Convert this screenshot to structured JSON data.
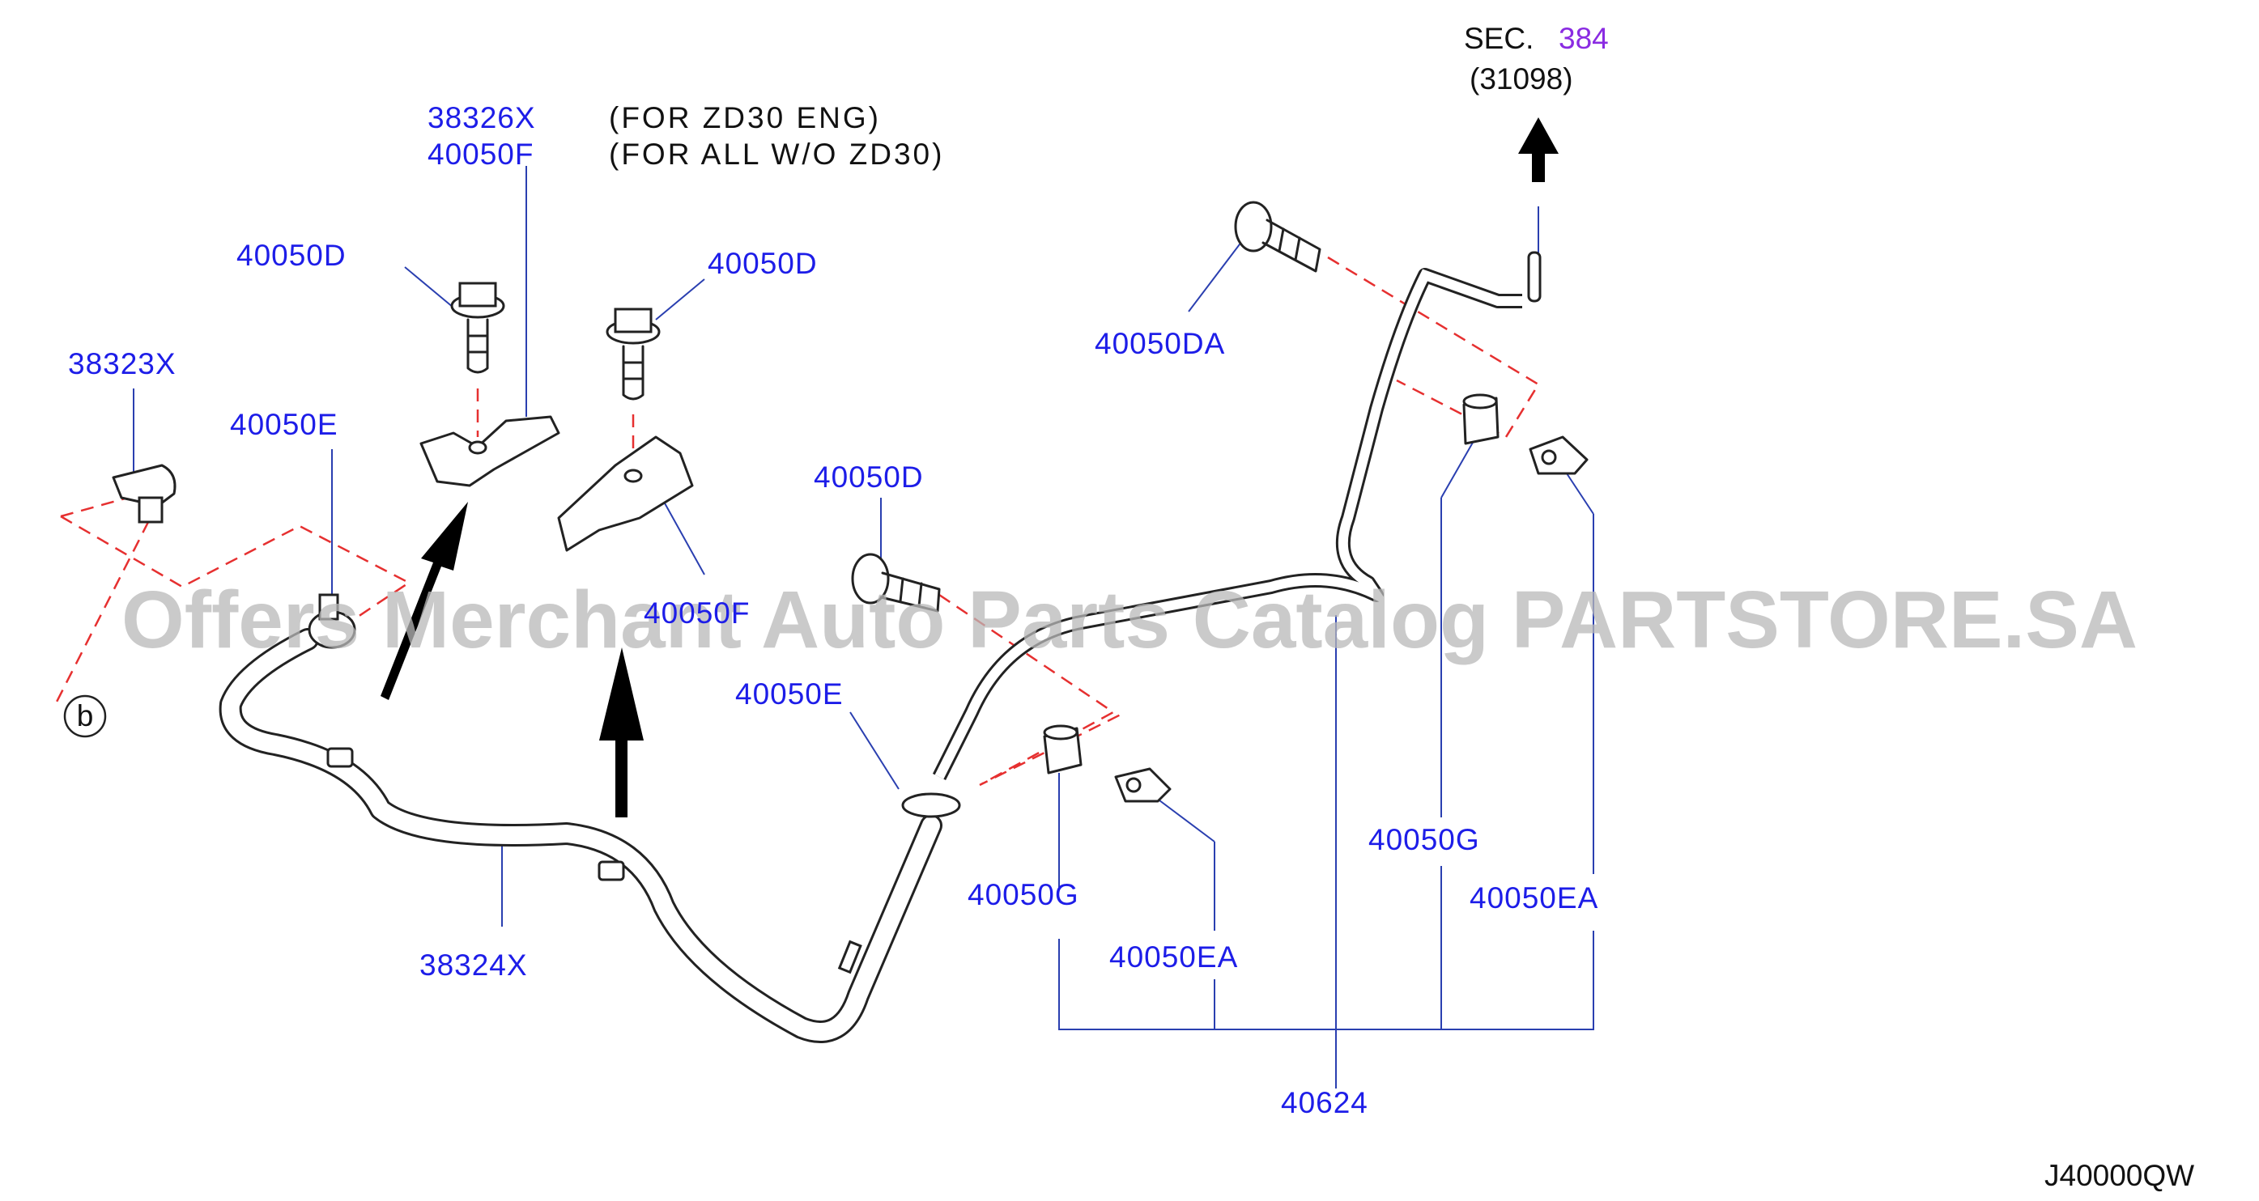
{
  "labels": {
    "p38326x": "38326X",
    "p40050f_top": "40050F",
    "note_zd30": "(FOR  ZD30  ENG)",
    "note_all": "(FOR  ALL  W/O  ZD30)",
    "p40050d_left": "40050D",
    "p40050d_mid": "40050D",
    "p38323x": "38323X",
    "p40050e_left": "40050E",
    "ref_b": "b",
    "p40050f_bottom": "40050F",
    "p38324x": "38324X",
    "p40050d_lower": "40050D",
    "p40050e_right": "40050E",
    "p40050g_left": "40050G",
    "p40050ea_left": "40050EA",
    "p40050da": "40050DA",
    "p40050g_right": "40050G",
    "p40050ea_right": "40050EA",
    "p40624": "40624",
    "sec_prefix": "SEC.",
    "sec_number": "384",
    "sec_sub": "(31098)"
  },
  "diagram_code": "J40000QW",
  "watermark": "Offers Merchant Auto Parts Catalog PARTSTORE.SA",
  "colors": {
    "part_label": "#1d1de8",
    "section_link": "#8a2be2",
    "dashed_reference": "#e63030",
    "watermark": "#b8b8b8"
  }
}
